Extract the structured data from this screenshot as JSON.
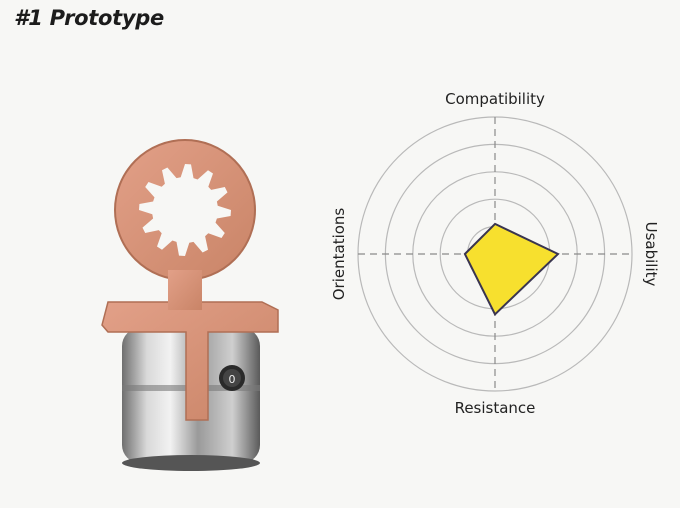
{
  "title": "#1 Prototype",
  "chart_data": {
    "type": "radar",
    "axes": [
      "Compatibility",
      "Usability",
      "Resistance",
      "Orientations"
    ],
    "values": [
      1.1,
      2.3,
      2.2,
      1.1
    ],
    "rmax": 5,
    "rings": 5,
    "fill_color": "#f7e02e",
    "stroke_color": "#3a3550",
    "grid_color": "#b9b9b9"
  }
}
